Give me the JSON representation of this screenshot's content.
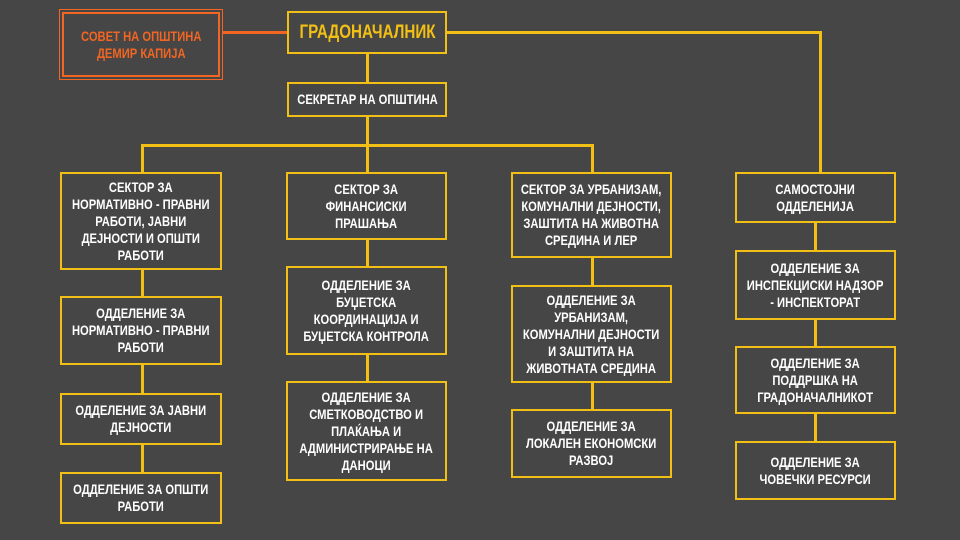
{
  "colors": {
    "background": "#464646",
    "accent": "#f2c014",
    "council": "#f26522"
  },
  "council": "СОВЕТ НА ОПШТИНА\nДЕМИР КАПИЈА",
  "mayor": "ГРАДОНАЧАЛНИК",
  "secretary": "СЕКРЕТАР НА ОПШТИНА",
  "columns": [
    {
      "sector": "СЕКТОР ЗА\nНОРМАТИВНО - ПРАВНИ\nРАБОТИ, ЈАВНИ\nДЕЈНОСТИ И ОПШТИ\nРАБОТИ",
      "units": [
        "ОДДЕЛЕНИЕ ЗА\nНОРМАТИВНО - ПРАВНИ\nРАБОТИ",
        "ОДДЕЛЕНИЕ ЗА ЈАВНИ\nДЕЈНОСТИ",
        "ОДДЕЛЕНИЕ ЗА ОПШТИ\nРАБОТИ"
      ]
    },
    {
      "sector": "СЕКТОР ЗА\nФИНАНСИСКИ\nПРАШАЊА",
      "units": [
        "ОДДЕЛЕНИЕ ЗА\nБУЏЕТСКА\nКООРДИНАЦИЈА И\nБУЏЕТСКА КОНТРОЛА",
        "ОДДЕЛЕНИЕ ЗА\nСМЕТКОВОДСТВО И\nПЛАЌАЊА И\nАДМИНИСТРИРАЊЕ НА\nДАНОЦИ"
      ]
    },
    {
      "sector": "СЕКТОР ЗА УРБАНИЗАМ,\nКОМУНАЛНИ ДЕЈНОСТИ,\nЗАШТИТА НА ЖИВОТНА\nСРЕДИНА И ЛЕР",
      "units": [
        "ОДДЕЛЕНИЕ ЗА\nУРБАНИЗАМ,\nКОМУНАЛНИ ДЕЈНОСТИ\nИ ЗАШТИТА НА\nЖИВОТНАТА СРЕДИНА",
        "ОДДЕЛЕНИЕ ЗА\nЛОКАЛЕН ЕКОНОМСКИ\nРАЗВОЈ"
      ]
    },
    {
      "sector": "САМОСТОЈНИ\nОДДЕЛЕНИЈА",
      "units": [
        "ОДДЕЛЕНИЕ ЗА\nИНСПЕКЦИСКИ НАДЗОР\n- ИНСПЕКТОРАТ",
        "ОДДЕЛЕНИЕ ЗА\nПОДДРШКА НА\nГРАДОНАЧАЛНИКОТ",
        "ОДДЕЛЕНИЕ ЗА\nЧОВЕЧКИ РЕСУРСИ"
      ]
    }
  ]
}
